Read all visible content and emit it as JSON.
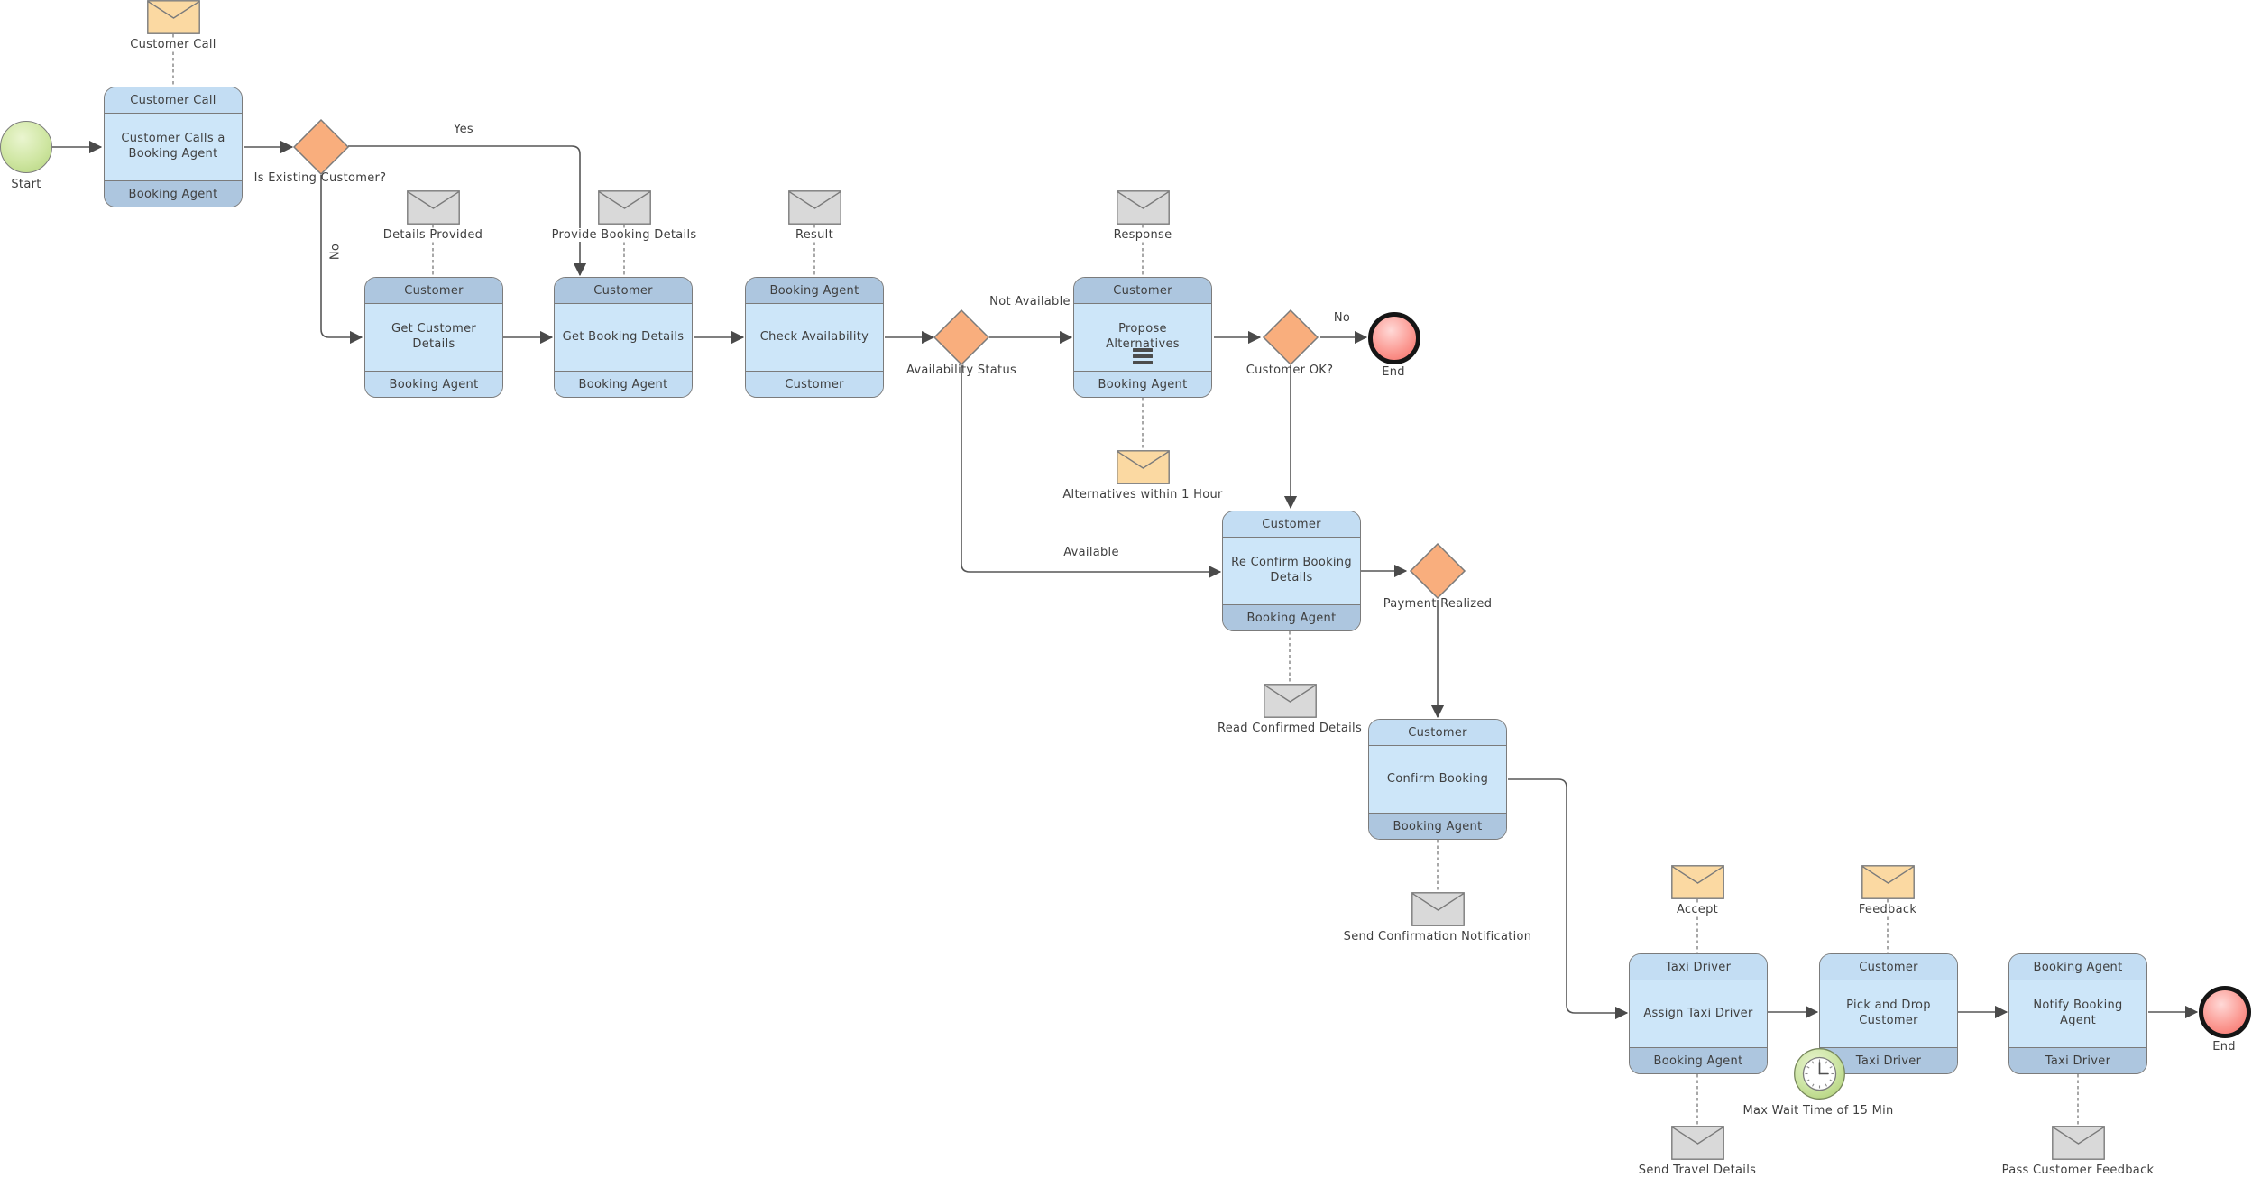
{
  "colors": {
    "task_body": "#cde6f9",
    "task_band_light": "#c3ddf3",
    "task_band_dark": "#adc6df",
    "task_border": "#7b7b7b",
    "gateway_fill": "#f9ae7d",
    "message_orange": "#fbd9a2",
    "message_gray": "#d9d9d9",
    "start_fill": "#cfe6a2",
    "end_fill": "#f66c65",
    "end_ring": "#151515",
    "timer_ring": "#cbe3a1",
    "connector": "#565656",
    "text": "#3e3e3e"
  },
  "events": {
    "start": {
      "label": "Start"
    },
    "end1": {
      "label": "End"
    },
    "end2": {
      "label": "End"
    }
  },
  "tasks": [
    {
      "header": "Customer Call",
      "body": "Customer Calls a Booking Agent",
      "footer": "Booking Agent"
    },
    {
      "header": "Customer",
      "body": "Get Customer Details",
      "footer": "Booking Agent"
    },
    {
      "header": "Customer",
      "body": "Get Booking Details",
      "footer": "Booking Agent"
    },
    {
      "header": "Booking Agent",
      "body": "Check Availability",
      "footer": "Customer"
    },
    {
      "header": "Customer",
      "body": "Propose Alternatives",
      "footer": "Booking Agent"
    },
    {
      "header": "Customer",
      "body": "Re Confirm Booking Details",
      "footer": "Booking Agent"
    },
    {
      "header": "Customer",
      "body": "Confirm Booking",
      "footer": "Booking Agent"
    },
    {
      "header": "Taxi Driver",
      "body": "Assign Taxi Driver",
      "footer": "Booking Agent"
    },
    {
      "header": "Customer",
      "body": "Pick and Drop Customer",
      "footer": "Taxi Driver"
    },
    {
      "header": "Booking Agent",
      "body": "Notify Booking Agent",
      "footer": "Taxi Driver"
    }
  ],
  "gateways": [
    {
      "label": "Is Existing Customer?"
    },
    {
      "label": "Availability Status"
    },
    {
      "label": "Customer OK?"
    },
    {
      "label": "Payment Realized"
    }
  ],
  "messages": [
    {
      "label": "Customer Call",
      "style": "orange"
    },
    {
      "label": "Details Provided",
      "style": "gray"
    },
    {
      "label": "Provide Booking Details",
      "style": "gray"
    },
    {
      "label": "Result",
      "style": "gray"
    },
    {
      "label": "Response",
      "style": "gray"
    },
    {
      "label": "Alternatives within 1 Hour",
      "style": "orange"
    },
    {
      "label": "Read Confirmed Details",
      "style": "gray"
    },
    {
      "label": "Send Confirmation Notification",
      "style": "gray"
    },
    {
      "label": "Accept",
      "style": "orange"
    },
    {
      "label": "Feedback",
      "style": "orange"
    },
    {
      "label": "Send Travel Details",
      "style": "gray"
    },
    {
      "label": "Pass Customer Feedback",
      "style": "gray"
    }
  ],
  "edge_labels": {
    "yes": "Yes",
    "no_branch": "No",
    "not_available": "Not Available",
    "customer_ok_no": "No",
    "available": "Available"
  },
  "timer": {
    "label": "Max Wait Time of 15 Min"
  },
  "icons": {
    "message": "envelope-icon",
    "timer": "clock-icon",
    "multi_instance": "hamburger-icon"
  }
}
